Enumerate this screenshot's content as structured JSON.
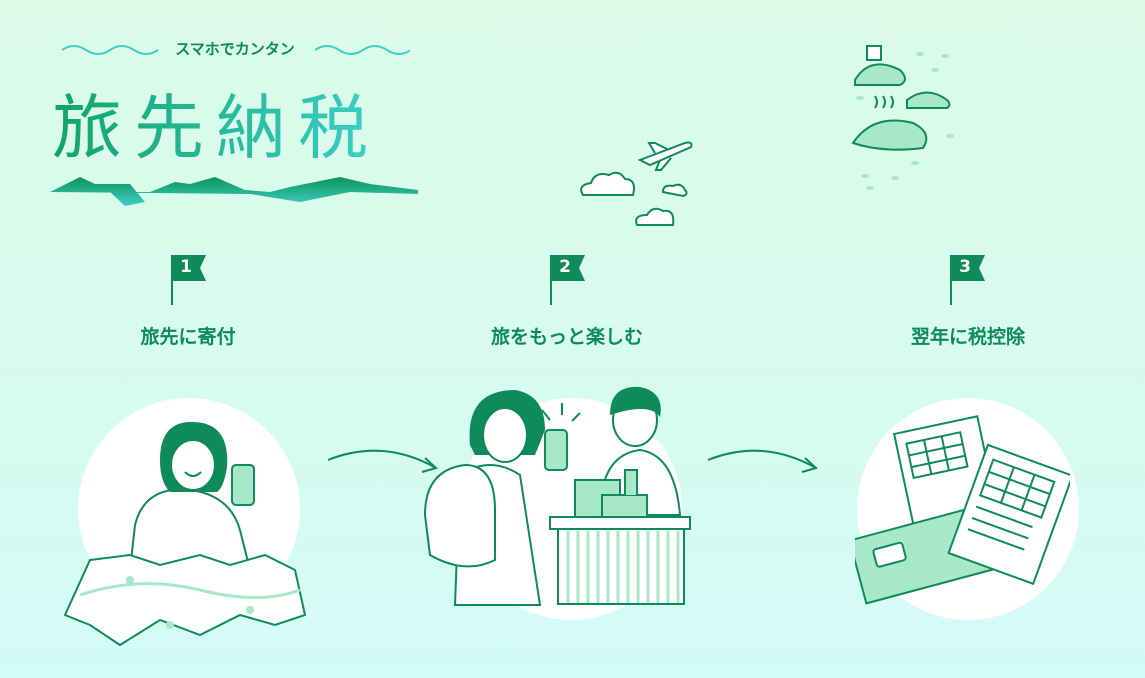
{
  "header": {
    "tagline": "スマホでカンタン",
    "title": "旅先納税"
  },
  "steps": [
    {
      "number": "1",
      "label": "旅先に寄付"
    },
    {
      "number": "2",
      "label": "旅をもっと楽しむ"
    },
    {
      "number": "3",
      "label": "翌年に税控除"
    }
  ],
  "colors": {
    "primary": "#0f8a5a",
    "accent": "#3ccfc8",
    "light": "#a6e8c8"
  }
}
